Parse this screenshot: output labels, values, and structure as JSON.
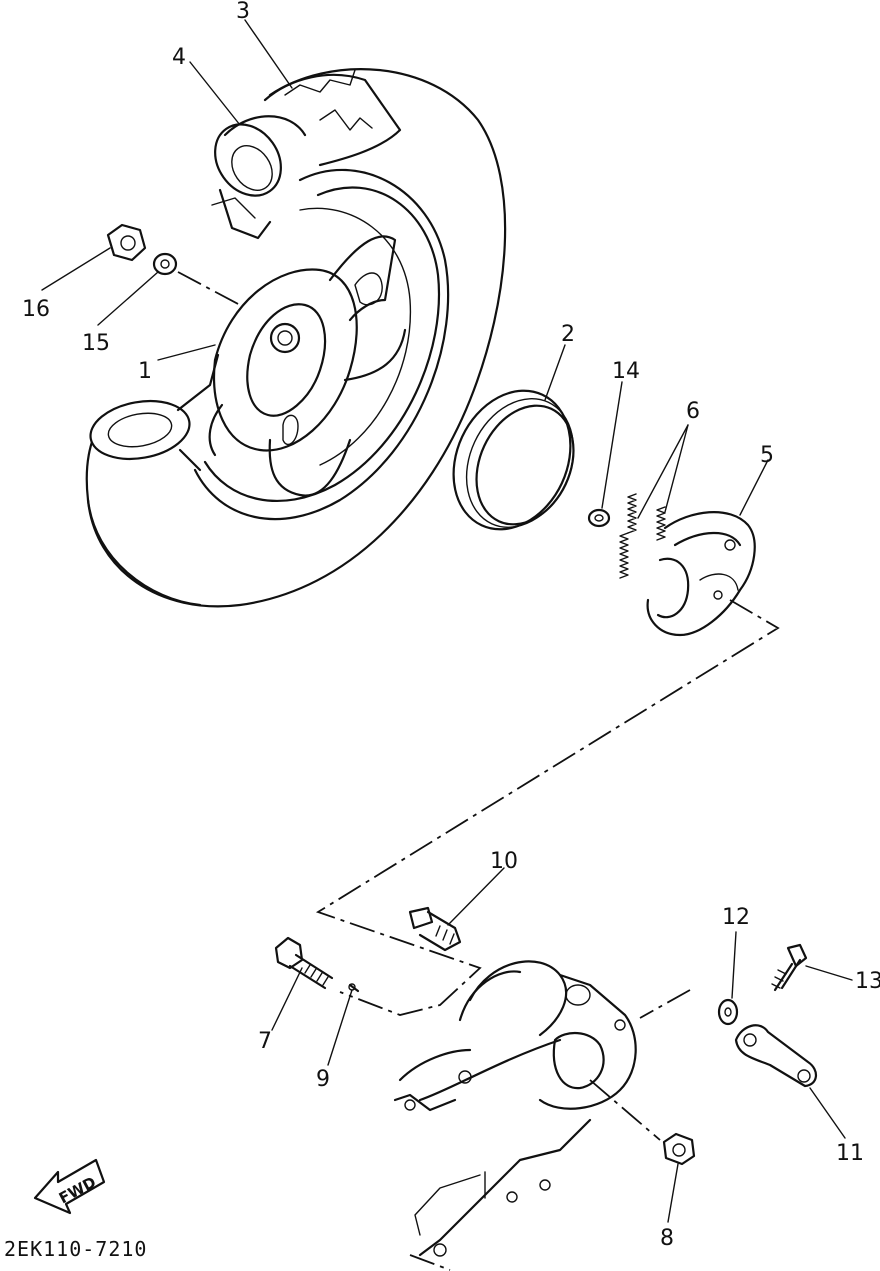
{
  "diagram": {
    "reference_code": "2EK110-7210",
    "direction_label": "FWD",
    "callouts": [
      {
        "id": "c1",
        "number": "1"
      },
      {
        "id": "c2",
        "number": "2"
      },
      {
        "id": "c3",
        "number": "3"
      },
      {
        "id": "c4",
        "number": "4"
      },
      {
        "id": "c5",
        "number": "5"
      },
      {
        "id": "c6",
        "number": "6"
      },
      {
        "id": "c7",
        "number": "7"
      },
      {
        "id": "c8",
        "number": "8"
      },
      {
        "id": "c9",
        "number": "9"
      },
      {
        "id": "c10",
        "number": "10"
      },
      {
        "id": "c11",
        "number": "11"
      },
      {
        "id": "c12",
        "number": "12"
      },
      {
        "id": "c13",
        "number": "13"
      },
      {
        "id": "c14",
        "number": "14"
      },
      {
        "id": "c15",
        "number": "15"
      },
      {
        "id": "c16",
        "number": "16"
      }
    ]
  }
}
